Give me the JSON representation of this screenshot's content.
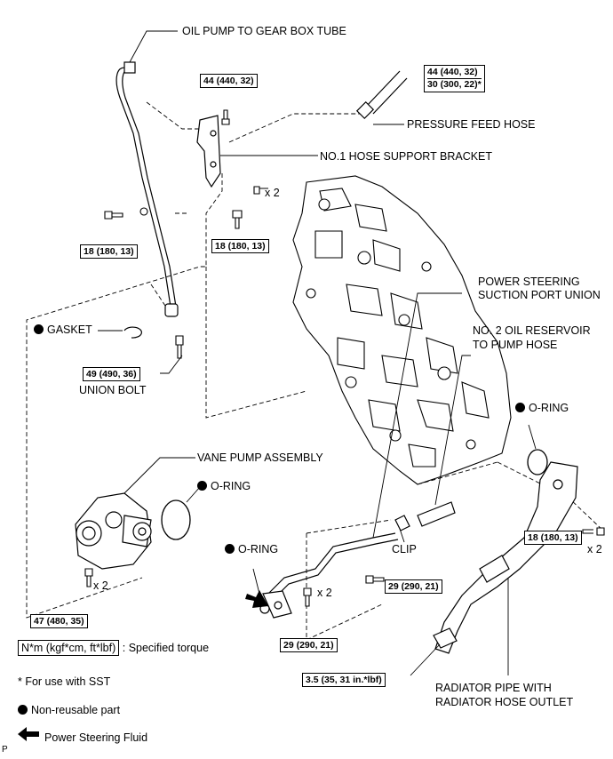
{
  "labels": {
    "oil_pump_tube": "OIL PUMP TO GEAR BOX TUBE",
    "pressure_feed_hose": "PRESSURE FEED HOSE",
    "hose_support_bracket": "NO.1 HOSE SUPPORT BRACKET",
    "ps_suction_port_union_1": "POWER STEERING",
    "ps_suction_port_union_2": "SUCTION PORT UNION",
    "reservoir_hose_1": "NO. 2 OIL RESERVOIR",
    "reservoir_hose_2": "TO PUMP HOSE",
    "gasket": "GASKET",
    "union_bolt": "UNION BOLT",
    "o_ring": "O-RING",
    "vane_pump": "VANE PUMP ASSEMBLY",
    "clip": "CLIP",
    "radiator_pipe_1": "RADIATOR PIPE WITH",
    "radiator_pipe_2": "RADIATOR HOSE OUTLET",
    "x2": "x 2"
  },
  "torques": {
    "t_44": "44 (440, 32)",
    "t_pressure_1": "44 (440, 32)",
    "t_pressure_2": "30 (300, 22)*",
    "t_18_left": "18 (180, 13)",
    "t_18_mid": "18 (180, 13)",
    "t_49": "49 (490, 36)",
    "t_47": "47 (480, 35)",
    "t_29_a": "29 (290, 21)",
    "t_29_b": "29 (290, 21)",
    "t_18_right": "18 (180, 13)",
    "t_3_5": "3.5 (35, 31 in.*lbf)"
  },
  "legend": {
    "unit_box": "N*m (kgf*cm, ft*lbf)",
    "unit_text": ": Specified torque",
    "sst_note": "* For use with SST",
    "non_reusable": "Non-reusable part",
    "ps_fluid": "Power Steering Fluid"
  },
  "corner_mark": "P"
}
